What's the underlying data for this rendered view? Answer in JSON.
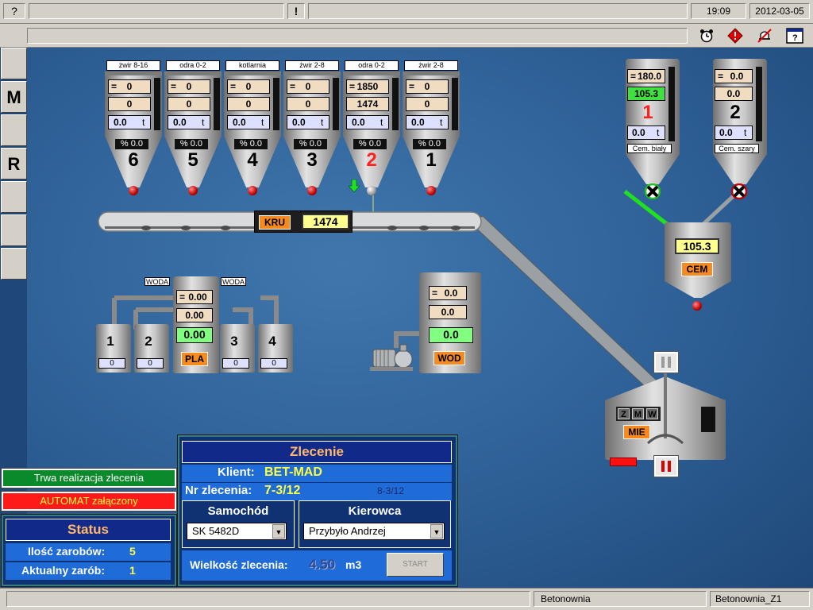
{
  "topbar": {
    "help": "?",
    "alert": "!",
    "time": "19:09",
    "date": "2012-03-05"
  },
  "toolbar_icons": [
    "alarm-clock-icon",
    "warning-diamond-icon",
    "mute-bell-icon",
    "help-window-icon"
  ],
  "sidebar": {
    "m_label": "M",
    "r_label": "R"
  },
  "aggregate_silos": [
    {
      "num": "6",
      "header": "żwir 8-16",
      "target": "0",
      "actual": "0",
      "tons": "0.0",
      "unit": "t",
      "pct": "% 0.0",
      "num_color": "#000000"
    },
    {
      "num": "5",
      "header": "odra 0-2",
      "target": "0",
      "actual": "0",
      "tons": "0.0",
      "unit": "t",
      "pct": "% 0.0",
      "num_color": "#000000"
    },
    {
      "num": "4",
      "header": "kotlarnia",
      "target": "0",
      "actual": "0",
      "tons": "0.0",
      "unit": "t",
      "pct": "% 0.0",
      "num_color": "#000000"
    },
    {
      "num": "3",
      "header": "żwir 2-8",
      "target": "0",
      "actual": "0",
      "tons": "0.0",
      "unit": "t",
      "pct": "% 0.0",
      "num_color": "#000000"
    },
    {
      "num": "2",
      "header": "odra 0-2",
      "target": "1850",
      "actual": "1474",
      "tons": "0.0",
      "unit": "t",
      "pct": "% 0.0",
      "num_color": "#ff2020"
    },
    {
      "num": "1",
      "header": "żwir 2-8",
      "target": "0",
      "actual": "0",
      "tons": "0.0",
      "unit": "t",
      "pct": "% 0.0",
      "num_color": "#000000"
    }
  ],
  "equals": "=",
  "conveyor": {
    "label": "KRU",
    "value": "1474"
  },
  "cement_silos": [
    {
      "num": "1",
      "target": "180.0",
      "actual": "105.3",
      "tons": "0.0",
      "unit": "t",
      "name": "Cem. biały",
      "num_color": "#ff2020",
      "actual_color": "#40e040"
    },
    {
      "num": "2",
      "target": "0.0",
      "actual": "0.0",
      "tons": "0.0",
      "unit": "t",
      "name": "Cem. szary",
      "num_color": "#000000",
      "actual_color": "#f0dcc0"
    }
  ],
  "cement_weigher": {
    "value": "105.3",
    "label": "CEM"
  },
  "admixtures": {
    "woda_left": "WODA",
    "woda_right": "WODA",
    "target": "0.00",
    "actual": "0.00",
    "green": "0.00",
    "label": "PLA",
    "tanks": [
      {
        "num": "1",
        "val": "0"
      },
      {
        "num": "2",
        "val": "0"
      },
      {
        "num": "3",
        "val": "0"
      },
      {
        "num": "4",
        "val": "0"
      }
    ]
  },
  "water": {
    "target": "0.0",
    "actual": "0.0",
    "green": "0.0",
    "label": "WOD"
  },
  "mixer": {
    "z": "Z",
    "m": "M",
    "w": "W",
    "label": "MIE"
  },
  "status_msgs": {
    "running": "Trwa realizacja zlecenia",
    "auto": "AUTOMAT załączony"
  },
  "status_panel": {
    "title": "Status",
    "batches_label": "Ilość zarobów:",
    "batches": "5",
    "current_label": "Aktualny zarób:",
    "current": "1"
  },
  "order": {
    "title": "Zlecenie",
    "client_label": "Klient:",
    "client": "BET-MAD",
    "number_label": "Nr zlecenia:",
    "number": "7-3/12",
    "number_alt": "8-3/12",
    "vehicle_label": "Samochód",
    "vehicle": "SK 5482D",
    "driver_label": "Kierowca",
    "driver": "Przybyło Andrzej",
    "size_label": "Wielkość zlecenia:",
    "size": "4.50",
    "size_unit": "m3",
    "start": "START"
  },
  "bottombar": {
    "screen": "Betonownia",
    "station": "Betonownia_Z1"
  },
  "colors": {
    "canvas": "#2d5f95",
    "panel": "#0e3272",
    "row": "#1f6cd8",
    "orange": "#f68a20",
    "green_status": "#0a8a2a",
    "red_status": "#ff1a1a"
  }
}
